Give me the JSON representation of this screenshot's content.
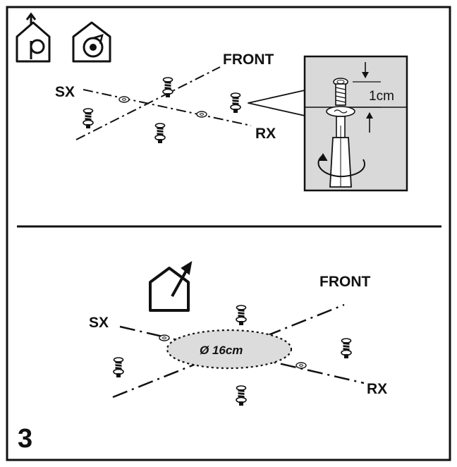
{
  "top_panel": {
    "front_label": "FRONT",
    "sx_label": "SX",
    "rx_label": "RX",
    "detail_measure": "1cm",
    "mode_icons": [
      "duct-out-icon",
      "recirculation-icon"
    ]
  },
  "bottom_panel": {
    "front_label": "FRONT",
    "sx_label": "SX",
    "rx_label": "RX",
    "hole_label": "Ø 16cm",
    "mode_icon": "duct-out-icon"
  },
  "step_number": "3",
  "colors": {
    "ink": "#111111",
    "detail_bg": "#d9d9d9",
    "hole_fill": "#dcdcdc"
  }
}
